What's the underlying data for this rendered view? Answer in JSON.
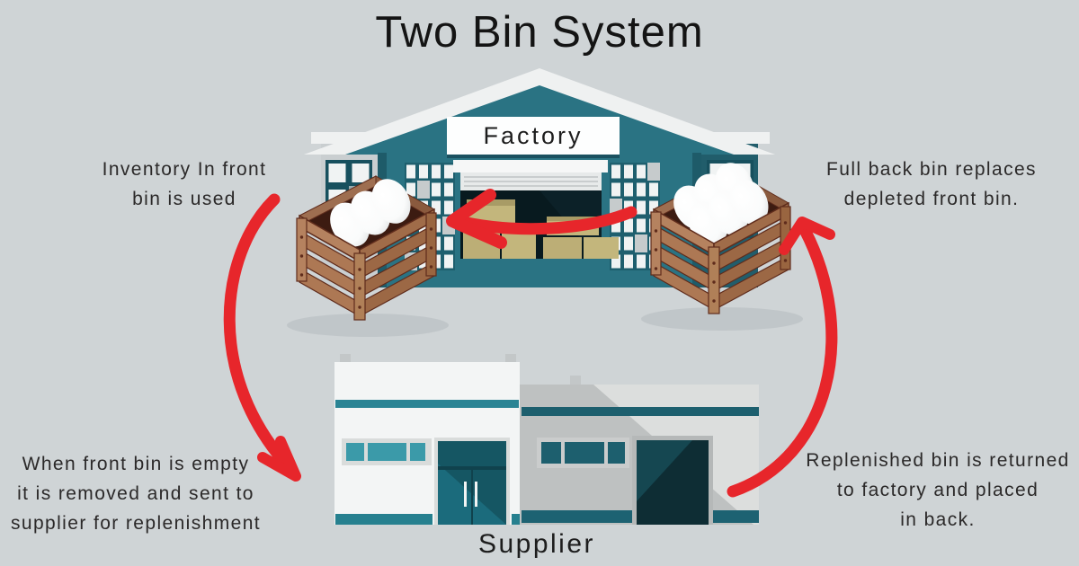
{
  "title": "Two Bin System",
  "factory": {
    "sign_label": "Factory"
  },
  "supplier": {
    "label": "Supplier"
  },
  "bins": {
    "front_bin_eggs": 3,
    "back_bin_eggs": 6
  },
  "annotations": {
    "top_left": {
      "lines": [
        "Inventory In front",
        "bin is used"
      ]
    },
    "top_right": {
      "lines": [
        "Full back bin replaces",
        "depleted front bin."
      ]
    },
    "bottom_left": {
      "lines": [
        "When front bin is empty",
        "it is removed and sent to",
        "supplier for replenishment"
      ]
    },
    "bottom_right": {
      "lines": [
        "Replenished bin is returned",
        "to factory and placed",
        "in back."
      ]
    }
  },
  "colors": {
    "background": "#cfd4d6",
    "factory_teal": "#2a7383",
    "arrow_red": "#e7262b",
    "crate_brown": "#ad7854",
    "supplier_accent": "#2a8494"
  }
}
